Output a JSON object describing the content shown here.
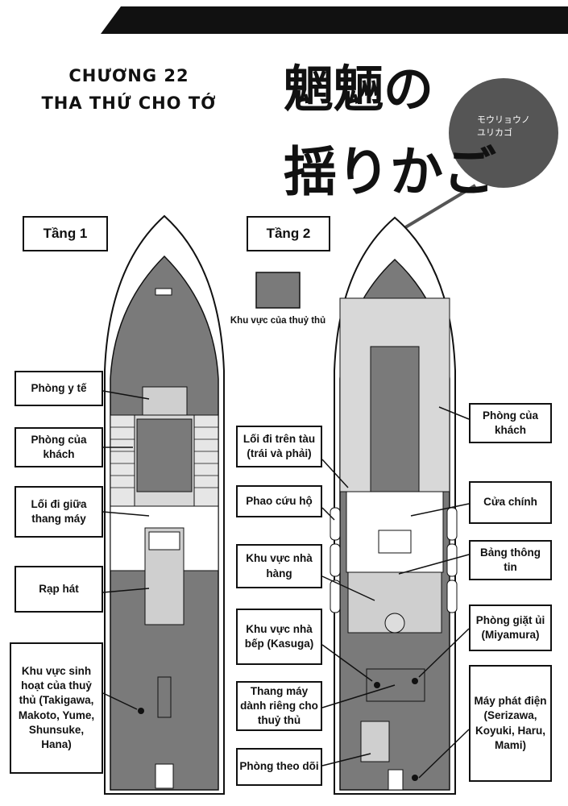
{
  "chapter": {
    "number": "CHƯƠNG 22",
    "title": "THA THỨ CHO TỚ"
  },
  "logo": {
    "title_line1": "魍魎の",
    "title_line2": "揺りかご",
    "reading_line1": "モウリョウノ",
    "reading_line2": "ユリカゴ"
  },
  "legend": {
    "crew_area": "Khu vực của thuỷ thủ",
    "crew_color": "#7a7a7a"
  },
  "floor1": {
    "title": "Tầng 1",
    "labels": [
      "Phòng y tế",
      "Phòng của khách",
      "Lối đi giữa thang máy",
      "Rạp hát",
      "Khu vực sinh hoạt của thuỷ thủ (Takigawa, Makoto, Yume, Shunsuke, Hana)"
    ]
  },
  "floor2": {
    "title": "Tầng 2",
    "labels_left": [
      "Lối đi trên tàu (trái và phải)",
      "Phao cứu hộ",
      "Khu vực nhà hàng",
      "Khu vực nhà bếp (Kasuga)",
      "Thang máy dành riêng cho thuỷ thủ",
      "Phòng theo dõi"
    ],
    "labels_right": [
      "Phòng của khách",
      "Cửa chính",
      "Bảng thông tin",
      "Phòng giặt ủi (Miyamura)",
      "Máy phát điện (Serizawa, Koyuki, Haru, Mami)"
    ]
  }
}
